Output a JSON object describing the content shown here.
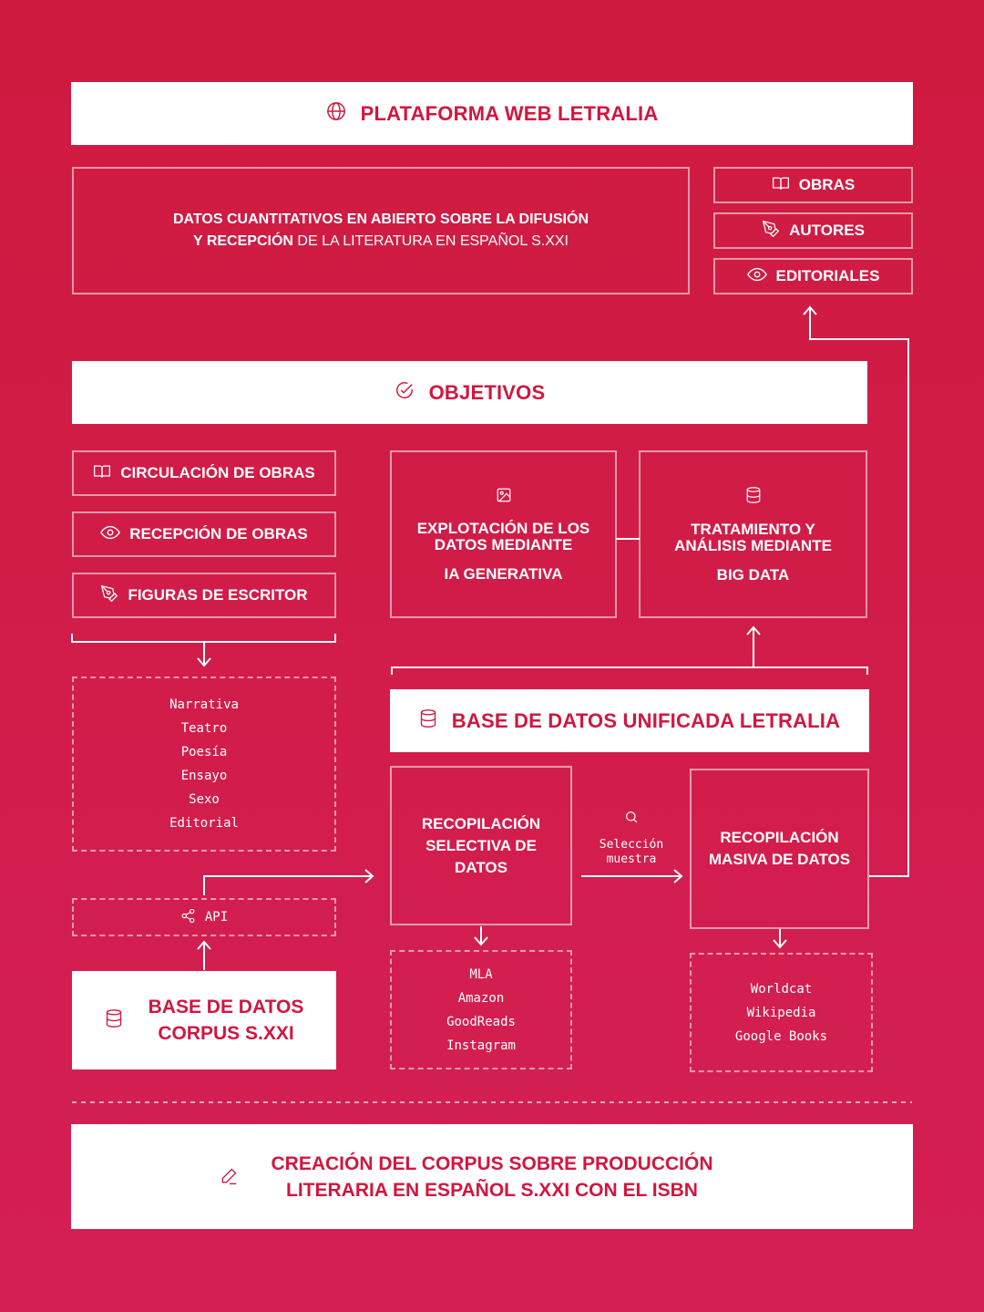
{
  "header": {
    "title": "PLATAFORMA WEB LETRALIA",
    "icon": "globe-icon"
  },
  "summary": {
    "line1": "DATOS CUANTITATIVOS EN ABIERTO SOBRE LA DIFUSIÓN",
    "line2_bold": "Y RECEPCIÓN",
    "line2_rest": " DE LA LITERATURA EN ESPAÑOL S.XXI"
  },
  "sections": {
    "obras": "OBRAS",
    "autores": "AUTORES",
    "editoriales": "EDITORIALES"
  },
  "objectives": {
    "title": "OBJETIVOS",
    "circulacion": "CIRCULACIÓN DE OBRAS",
    "recepcion": "RECEPCIÓN DE OBRAS",
    "figuras": "FIGURAS DE ESCRITOR"
  },
  "ia_box": {
    "line1": "EXPLOTACIÓN DE LOS",
    "line2": "DATOS MEDIANTE",
    "bold": "IA GENERATIVA"
  },
  "bigdata_box": {
    "line1": "TRATAMIENTO Y",
    "line2": "ANÁLISIS MEDIANTE",
    "bold": "BIG DATA"
  },
  "filters": [
    "Narrativa",
    "Teatro",
    "Poesía",
    "Ensayo",
    "Sexo",
    "Editorial"
  ],
  "api": {
    "label": "API"
  },
  "unified_db": {
    "title": "BASE DE DATOS UNIFICADA LETRALIA"
  },
  "selective": {
    "line1": "RECOPILACIÓN",
    "line2": "SELECTIVA DE",
    "line3": "DATOS"
  },
  "selection": {
    "line1": "Selección",
    "line2": "muestra"
  },
  "massive": {
    "line1": "RECOPILACIÓN",
    "line2": "MASIVA DE DATOS"
  },
  "selective_sources": [
    "MLA",
    "Amazon",
    "GoodReads",
    "Instagram"
  ],
  "massive_sources": [
    "Worldcat",
    "Wikipedia",
    "Google Books"
  ],
  "corpus_db": {
    "line1": "BASE DE DATOS",
    "line2": "CORPUS S.XXI"
  },
  "footer": {
    "l1_a": "CREACIÓN DEL ",
    "l1_b": "CORPUS",
    "l1_c": " SOBRE PRODUCCIÓN",
    "l2_a": "LITERARIA EN ESPAÑOL ",
    "l2_b": "S.XXI",
    "l2_c": " CON EL ISBN"
  },
  "colors": {
    "accent": "#d0173f",
    "background": "#cf1a3f",
    "line": "#ffffff"
  }
}
